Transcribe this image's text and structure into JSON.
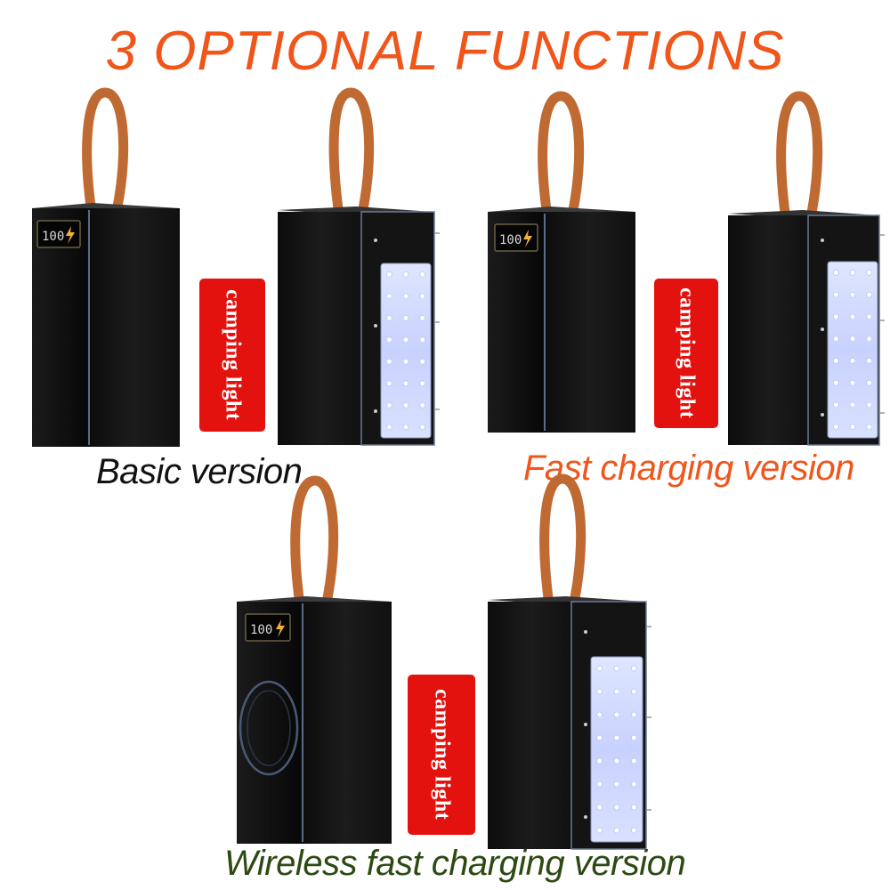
{
  "headline": {
    "text": "3 OPTIONAL FUNCTIONS",
    "color": "#f0551a"
  },
  "badge": {
    "text": "camping light",
    "color": "#e3120f"
  },
  "variants": [
    {
      "caption": "Basic version",
      "caption_color": "#111111"
    },
    {
      "caption": "Fast charging version",
      "caption_color": "#f0551a"
    },
    {
      "caption": "Wireless fast charging version",
      "caption_color": "#2c4a12"
    }
  ],
  "display_readout": "100",
  "colors": {
    "body": "#121212",
    "strap": "#c06a33",
    "lamp_panel": "#cfd9ff",
    "led": "#ffffff"
  }
}
